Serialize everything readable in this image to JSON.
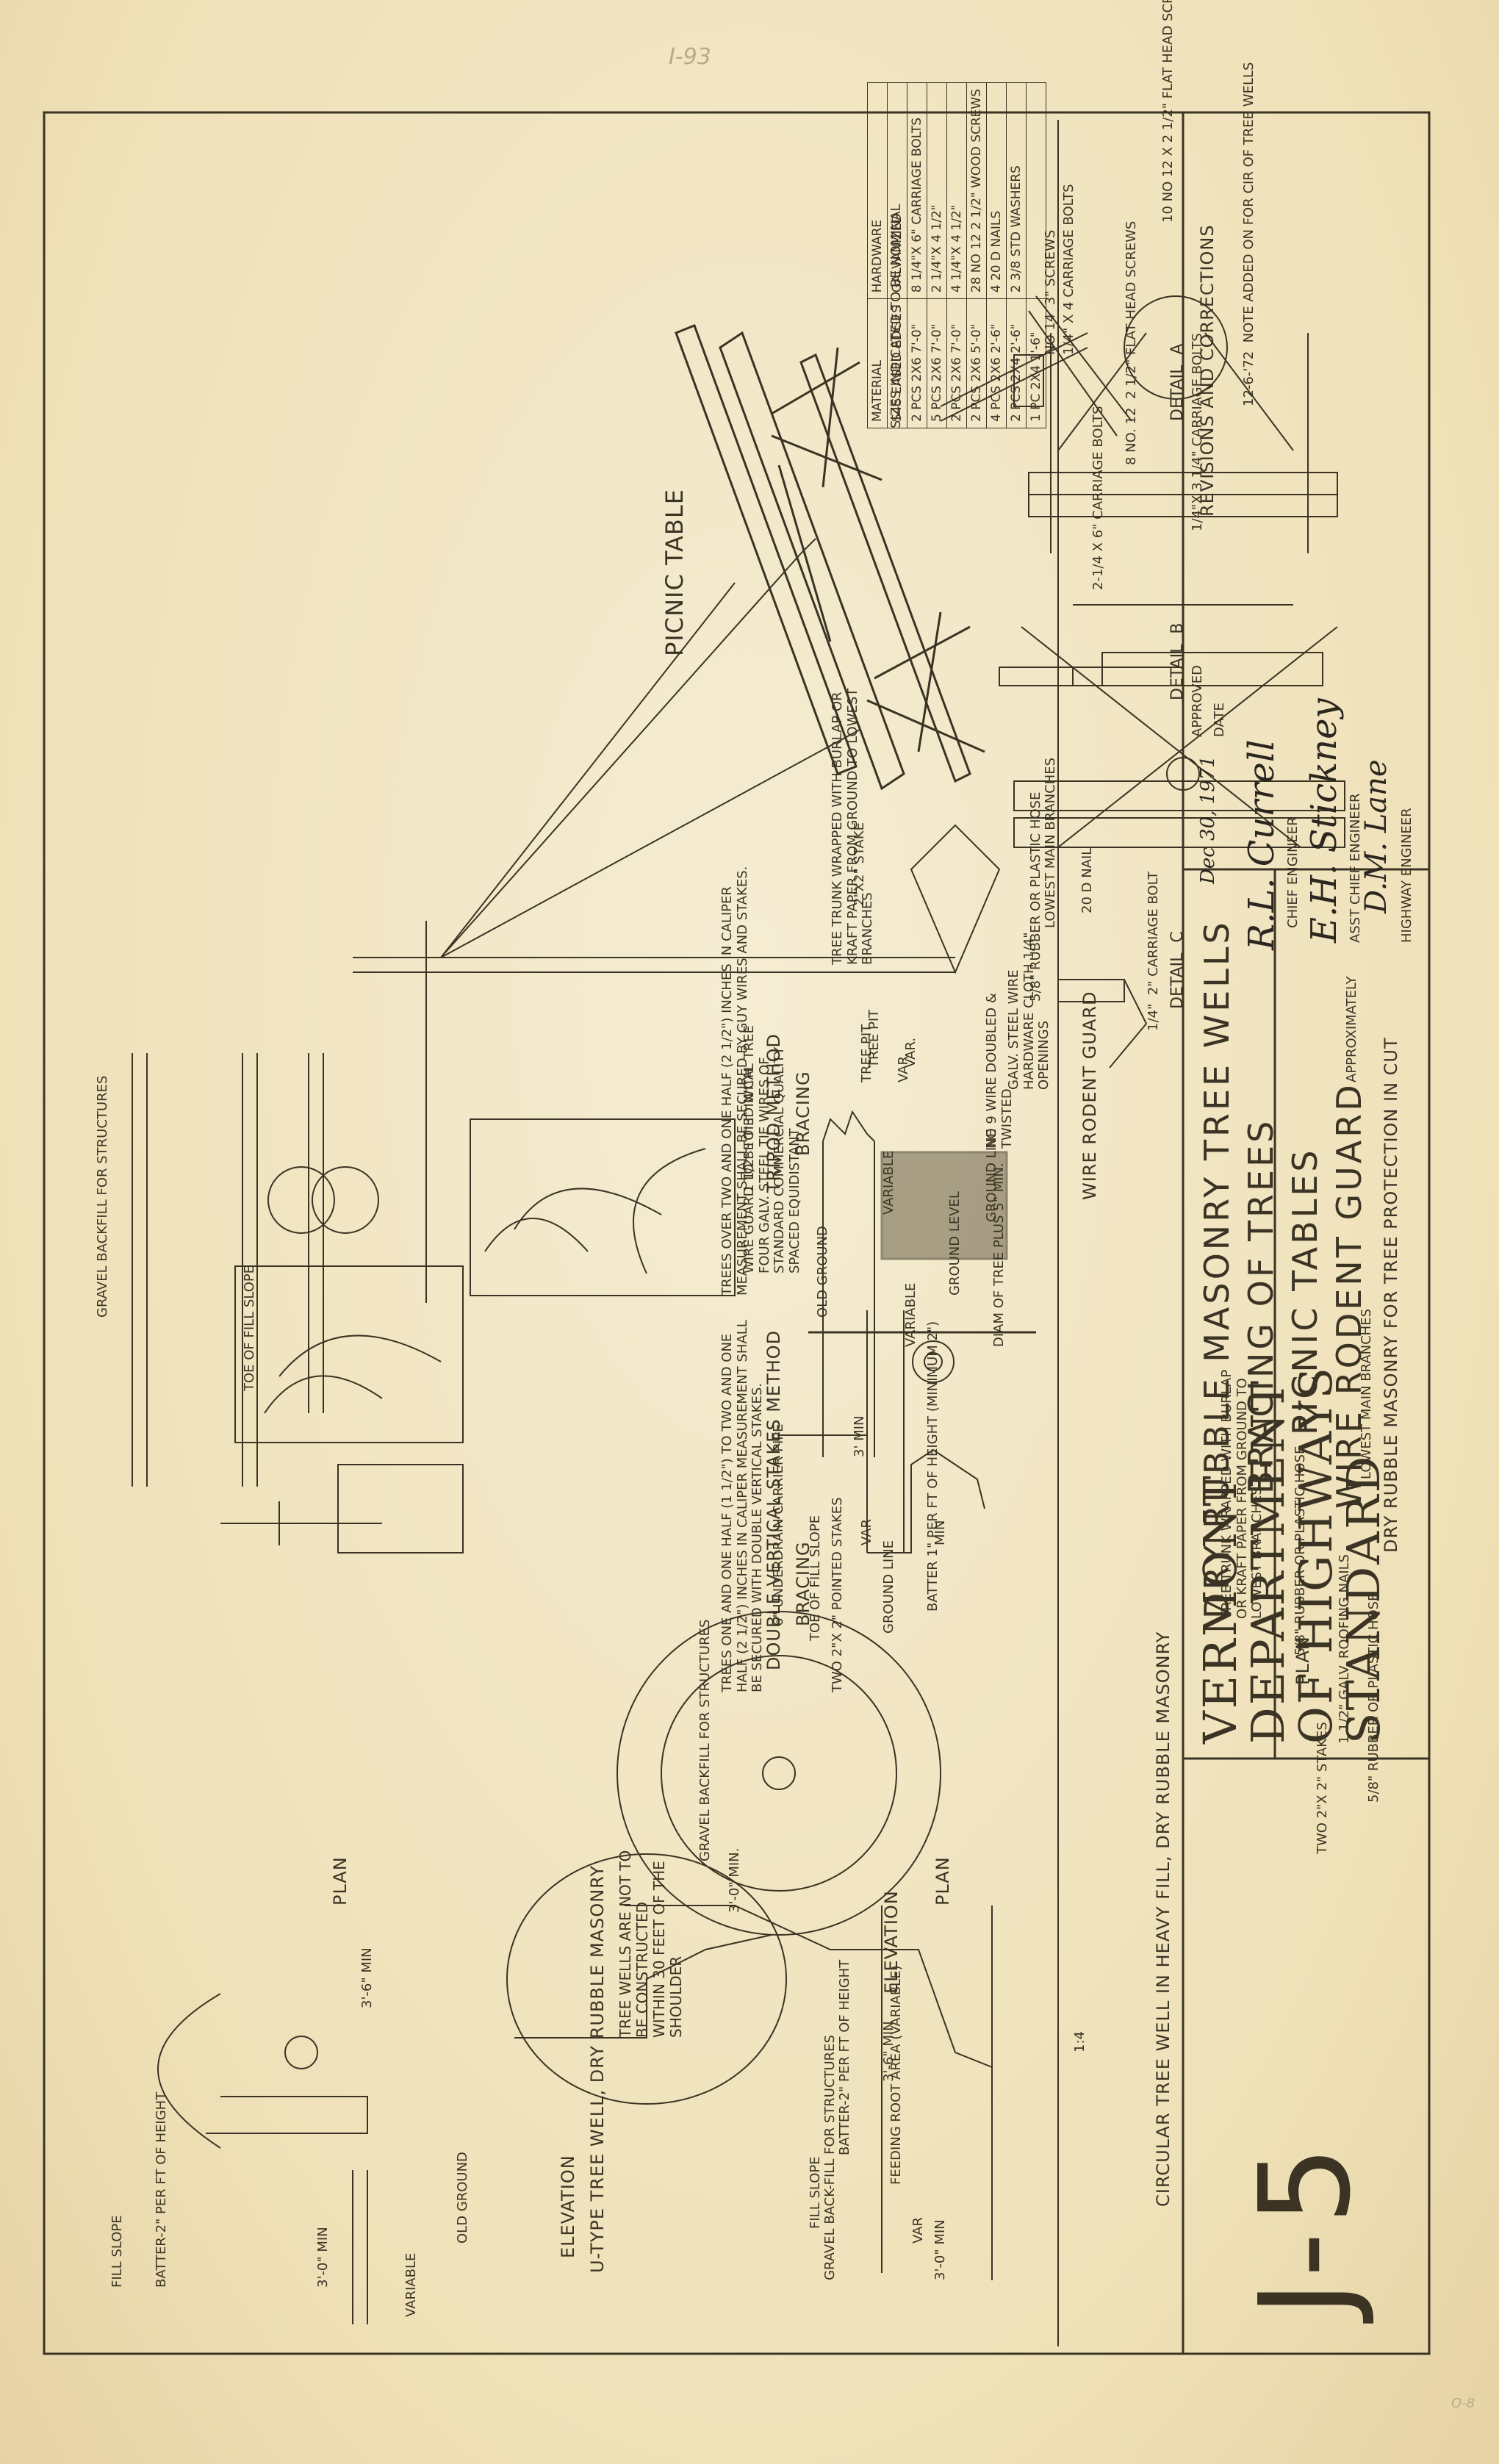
{
  "sheet": {
    "pencil_mark": "I-93",
    "corner_mark": "O-8",
    "drawing_number": "J-5"
  },
  "title_block": {
    "titles": [
      "DRY RUBBLE MASONRY TREE WELLS",
      "BRACING OF TREES",
      "PICNIC TABLES",
      "WIRE RODENT GUARD"
    ],
    "department": [
      "VERMONT",
      "DEPARTMENT",
      "OF HIGHWAYS",
      "STANDARD"
    ]
  },
  "revisions": {
    "heading": "REVISIONS AND CORRECTIONS",
    "entry": "12-6-'72  NOTE ADDED ON FOR CIR OF TREE WELLS"
  },
  "approval": {
    "approved_label": "APPROVED",
    "date_label": "DATE",
    "date_value": "Dec 30, 1971",
    "chief_engineer_label": "CHIEF ENGINEER",
    "chief_engineer_sig": "R.L. Currell",
    "asst_chief_label": "ASST CHIEF ENGINEER",
    "asst_chief_sig": "E.H. Stickney",
    "highway_engineer_label": "HIGHWAY ENGINEER",
    "highway_engineer_sig": "D.M. Lane"
  },
  "picnic_table": {
    "title": "PICNIC TABLE",
    "material_header": "MATERIAL",
    "material_sub": "S4S  EASED EDGES",
    "hardware_header": "HARDWARE",
    "hardware_sub": "GALVANIZED",
    "materials": [
      "2 PCS 2X6 7'-0\"",
      "5 PCS 2X6 7'-0\"",
      "2 PCS 2X6 7'-0\"",
      "2 PCS 2X6 5'-0\"",
      "4 PCS 2X6 2'-6\"",
      "2 PCS 2X4 2'-6\"",
      "1 PC 2X4 1'-6\""
    ],
    "hardware": [
      "8  1/4\"X 6\" CARRIAGE BOLTS",
      "2  1/4\"X 4 1/2\"",
      "4  1/4\"X 4 1/2\"",
      "28 NO 12 2 1/2\" WOOD SCREWS",
      "4  20 D NAILS",
      "2  3/8 STD WASHERS"
    ],
    "footnote": "SIZES INDICATED TO BE NOMINAL",
    "detail_a": "DETAIL  A",
    "detail_b": "DETAIL  B",
    "detail_c": "DETAIL  C",
    "notes": [
      "8 NO. 12  2 1/2\" FLAT HEAD SCREWS",
      "NO 14  3\" SCREWS",
      "1/4\" X 4 CARRIAGE BOLTS",
      "2-1/4 X 6\" CARRIAGE BOLTS",
      "20 D NAIL",
      "1/4\"X 3 1/4\" CARRIAGE BOLTS",
      "1/4\"  2\" CARRIAGE BOLT",
      "10 NO 12 X 2 1/2\" FLAT HEAD SCREWS"
    ]
  },
  "rodent_guard": {
    "title": "WIRE RODENT GUARD",
    "notes": [
      "GALV. STEEL WIRE HARDWARE CLOTH 1/4\" OPENINGS",
      "1 1/2\" TO 3\" IN CAL TREE",
      "WIRE GUARD TO BE TIED WITH FOUR GALV. STEEL TIE WIRES OF STANDARD COMMERCIAL QUALITY SPACED EQUIDISTANT",
      "GROUND LINE",
      "DIAM OF TREE PLUS 5\" MIN."
    ]
  },
  "tripod": {
    "title": "BRACING",
    "subtitle": "TRIPOD METHOD",
    "description": "TREES OVER TWO AND ONE HALF (2 1/2\") INCHES IN CALIPER MEASUREMENT SHALL BE SECURED BY GUY WIRES AND STAKES.",
    "labels": [
      "LOWEST MAIN BRANCHES",
      "5/8\" RUBBER OR PLASTIC HOSE",
      "NO 9 WIRE DOUBLED & TWISTED",
      "TREE TRUNK WRAPPED WITH BURLAP OR KRAFT PAPER FROM GROUND TO LOWEST BRANCHES",
      "2\"X2\" STAKE",
      "TREE PIT",
      "VAR.",
      "VARIABLE",
      "GROUND LEVEL"
    ]
  },
  "double_stake": {
    "title": "BRACING",
    "subtitle": "DOUBLE VERTICAL STAKES METHOD",
    "description": "TREES ONE AND ONE HALF (1 1/2\") TO TWO AND ONE HALF (2 1/2\") INCHES IN CALIPER MEASUREMENT SHALL BE SECURED WITH DOUBLE VERTICAL STAKES.",
    "labels": [
      "LOWEST MAIN BRANCHES",
      "APPROXIMATELY",
      "5/8\" RUBBER OR PLASTIC HOSE",
      "TREE TRUNK WRAPPED WITH BURLAP OR KRAFT PAPER FROM GROUND TO LOWEST BRANCHES",
      "TWO 2\"X 2\" POINTED STAKES",
      "GROUND LINE",
      "VARIABLE",
      "TREE PIT",
      "VAR."
    ],
    "plan_label": "PLAN",
    "plan_notes": [
      "1 1/2\" GALV. ROOFING NAILS",
      "TWO 2\"X 2\" STAKES",
      "5/8\" RUBBER OR PLASTIC HOSE"
    ]
  },
  "cut_well": {
    "title": "DRY RUBBLE MASONRY FOR TREE PROTECTION IN CUT",
    "labels": [
      "OLD GROUND",
      "3' MIN",
      "VAR",
      "MIN",
      "BATTER 1\" PER FT OF HEIGHT (MINIMUM 2\")"
    ]
  },
  "circular_well": {
    "title": "CIRCULAR TREE WELL IN HEAVY FILL, DRY RUBBLE MASONRY",
    "plan": "PLAN",
    "elevation": "ELEVATION",
    "labels": [
      "TOE OF FILL SLOPE",
      "6\" UNDERDRAIN CARRIER PIPE",
      "3'-0\" MIN.",
      "GRAVEL BACKFILL FOR STRUCTURES",
      "FEEDING ROOT AREA (VARIABLE)",
      "BATTER-2\" PER FT OF HEIGHT",
      "FILL SLOPE",
      "GRAVEL BACK-FILL FOR STRUCTURES",
      "3'-6\" MIN",
      "3'-0\" MIN",
      "VAR",
      "1:4"
    ]
  },
  "u_well": {
    "title": "U-TYPE TREE WELL, DRY RUBBLE MASONRY",
    "elevation": "ELEVATION",
    "plan": "PLAN",
    "note": "TREE WELLS ARE NOT TO BE CONSTRUCTED WITHIN 30 FEET OF THE SHOULDER",
    "labels": [
      "TOE OF FILL SLOPE",
      "GRAVEL BACKFILL FOR STRUCTURES",
      "BATTER-2\" PER FT OF HEIGHT",
      "FILL SLOPE",
      "OLD GROUND",
      "VARIABLE",
      "3'-0\" MIN",
      "3'-6\" MIN"
    ]
  },
  "colors": {
    "paper": "#f2e6c4",
    "ink": "#3b3424"
  }
}
